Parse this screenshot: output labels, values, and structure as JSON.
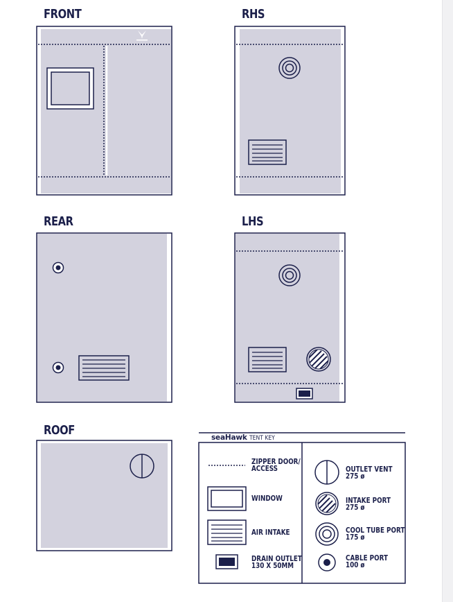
{
  "views": {
    "front": "FRONT",
    "rhs": "RHS",
    "rear": "REAR",
    "lhs": "LHS",
    "roof": "ROOF"
  },
  "key": {
    "brand": "seaHawk",
    "brand_suffix": "TENT KEY",
    "zipper": "ZIPPER DOOR/\nACCESS",
    "window": "WINDOW",
    "air_intake": "AIR INTAKE",
    "drain": "DRAIN OUTLET\n130 X 50MM",
    "outlet_vent": "OUTLET VENT\n275 ø",
    "intake_port": "INTAKE PORT\n275 ø",
    "cool_tube": "COOL TUBE PORT\n175 ø",
    "cable_port": "CABLE PORT\n100 ø"
  },
  "colors": {
    "ink": "#1b1f4a",
    "panel_fill": "#d3d2de"
  },
  "icons": {
    "logo": "seahawk-bird-icon"
  }
}
